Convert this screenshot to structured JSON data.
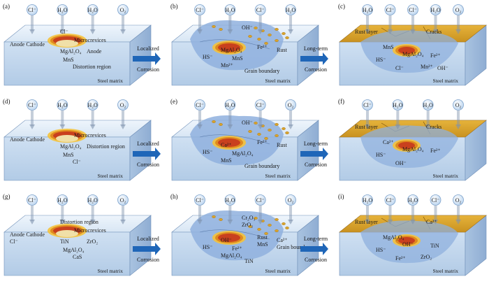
{
  "colors": {
    "steel_top": "#e6f0f9",
    "steel_front": "#c2d6ec",
    "steel_side": "#a3bddc",
    "rust": "#d8a32c",
    "rust_dark": "#a8741a",
    "corrosion_zone": "#8fb0de",
    "inclusion_core": "#c9401e",
    "arrow_blue": "#1f66b8"
  },
  "panels": [
    {
      "label": "(a)",
      "ions": [
        "Cl⁻",
        "H₂O",
        "H₂O",
        "O₂"
      ],
      "texts": [
        "Anode Cathode",
        "Microcrevices",
        "MgAl₂O₄",
        "MnS",
        "Anode",
        "Distortion region",
        "Cl⁻"
      ],
      "matrix": "Steel matrix"
    },
    {
      "label": "(b)",
      "ions": [
        "Cl⁻",
        "H₂O",
        "Cl⁻",
        "H₂O"
      ],
      "texts": [
        "OH⁻",
        "Fe²⁺",
        "Rust",
        "MgAl₂O₄",
        "MnS",
        "HS⁻",
        "Mn²⁺",
        "Grain boundary"
      ],
      "matrix": "Steel matrix"
    },
    {
      "label": "(c)",
      "ions": [
        "H₂O",
        "Cl⁻",
        "Cl⁻",
        "H₂O",
        "O₂"
      ],
      "texts": [
        "Rust layer",
        "Cracks",
        "MnS",
        "MgAl₂O₄",
        "Fe²⁺",
        "HS⁻",
        "Cl⁻",
        "Mn²⁺",
        "OH⁻"
      ],
      "matrix": "Steel matrix"
    },
    {
      "label": "(d)",
      "ions": [
        "Cl⁻",
        "H₂O",
        "H₂O",
        "O₂"
      ],
      "texts": [
        "Anode Cathode",
        "Microcrevices",
        "MgAl₂O₄",
        "MnS",
        "Distortion region",
        "Cl⁻"
      ],
      "matrix": "Steel matrix"
    },
    {
      "label": "(e)",
      "ions": [
        "Cl⁻",
        "H₂O",
        "Cl⁻",
        "O₂"
      ],
      "texts": [
        "OH⁻",
        "Fe²⁺",
        "Rust",
        "Ca²⁺",
        "MgAl₂O₄",
        "HS⁻",
        "MnS",
        "Grain boundary"
      ],
      "matrix": "Steel matrix"
    },
    {
      "label": "(f)",
      "ions": [
        "Cl⁻",
        "H₂O",
        "H₂O",
        "O₂"
      ],
      "texts": [
        "Rust layer",
        "Cracks",
        "Ca²⁺",
        "MgAl₂O₄",
        "Fe²⁺",
        "HS⁻",
        "OH⁻"
      ],
      "matrix": "Steel matrix"
    },
    {
      "label": "(g)",
      "ions": [
        "Cl⁻",
        "H₂O",
        "H₂O",
        "O₂"
      ],
      "texts": [
        "Anode Cathode",
        "Microcrevices",
        "TiN",
        "MgAl₂O₄",
        "ZrO₂",
        "CaS",
        "Distortion region",
        "Cl⁻"
      ],
      "matrix": "Steel matrix"
    },
    {
      "label": "(h)",
      "ions": [
        "Cl⁻",
        "H₂O",
        "Cl⁻",
        "O₂"
      ],
      "texts": [
        "Cr₂O₃",
        "Rust",
        "Ca²⁺",
        "OH⁻",
        "Fe²⁺",
        "HS⁻",
        "MgAl₂O₄",
        "TiN",
        "ZrO₂",
        "MnS",
        "Grain boundary"
      ],
      "matrix": "Steel matrix"
    },
    {
      "label": "(i)",
      "ions": [
        "H₂O",
        "Cl⁻",
        "H₂O",
        "Cl⁻",
        "O₂"
      ],
      "texts": [
        "Rust layer",
        "Ca²⁺",
        "MgAl₂O₄",
        "OH⁻",
        "TiN",
        "HS⁻",
        "Fe²⁺",
        "ZrO₂"
      ],
      "matrix": "Steel matrix"
    }
  ],
  "arrows": {
    "localized": [
      "Localized",
      "Corrosion"
    ],
    "longterm": [
      "Long-term",
      "Corrosion"
    ]
  }
}
